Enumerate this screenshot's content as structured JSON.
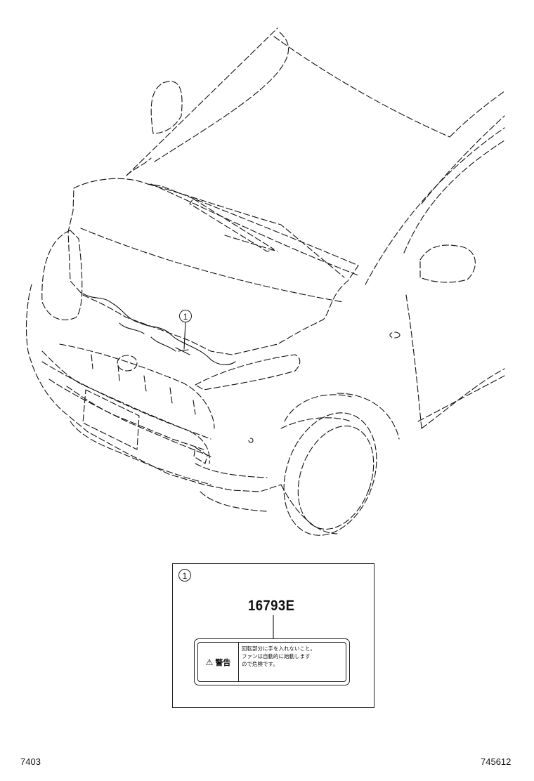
{
  "diagram": {
    "callout": "1",
    "inset": {
      "callout": "1",
      "part_number": "16793E",
      "warning_label": {
        "icon": "warning-triangle-icon",
        "heading": "警告",
        "lines": [
          "回転部分に手を入れないこと。",
          "ファンは自動的に始動します",
          "ので危険です。"
        ]
      }
    }
  },
  "footer": {
    "left_code": "7403",
    "right_code": "745612"
  }
}
